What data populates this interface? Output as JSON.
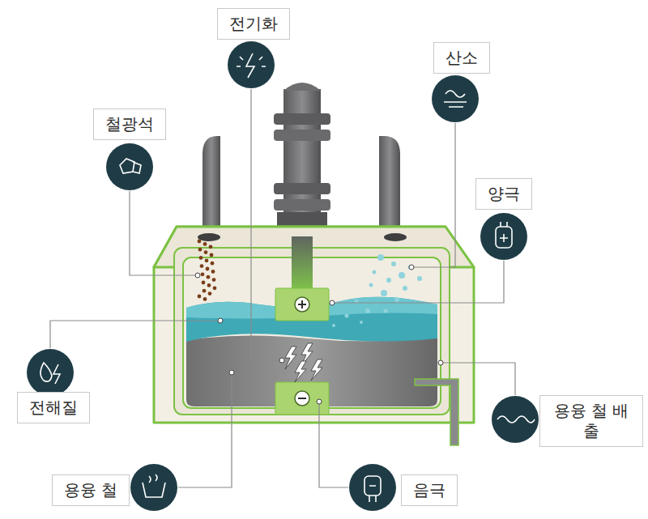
{
  "diagram": {
    "nodes": [
      {
        "text": [
          "전기화"
        ]
      },
      {
        "text": [
          "산소"
        ]
      },
      {
        "text": [
          "철광석"
        ]
      },
      {
        "text": [
          "양극"
        ]
      },
      {
        "text": [
          "전해질"
        ]
      },
      {
        "text": [
          "용융 철 배출"
        ]
      },
      {
        "text": [
          "용융 철"
        ]
      },
      {
        "text": [
          "음극"
        ]
      }
    ]
  }
}
